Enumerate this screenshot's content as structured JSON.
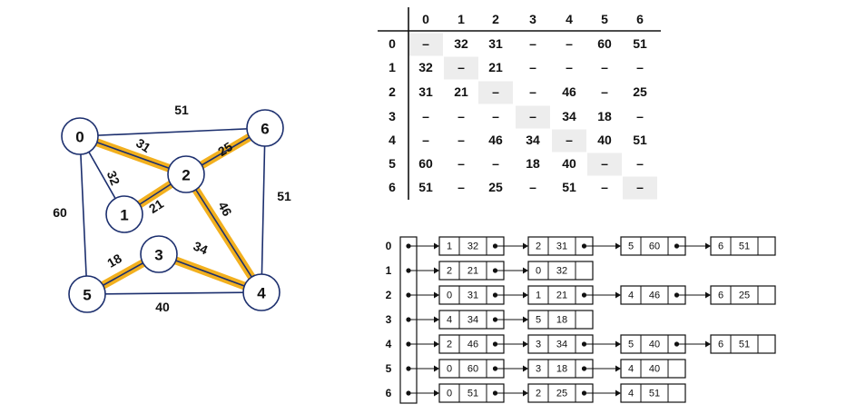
{
  "graph": {
    "vertices": [
      "0",
      "1",
      "2",
      "3",
      "4",
      "5",
      "6"
    ],
    "edges": [
      {
        "from": "0",
        "to": "1",
        "weight": "32",
        "highlighted": false
      },
      {
        "from": "0",
        "to": "2",
        "weight": "31",
        "highlighted": true
      },
      {
        "from": "0",
        "to": "5",
        "weight": "60",
        "highlighted": false
      },
      {
        "from": "0",
        "to": "6",
        "weight": "51",
        "highlighted": false
      },
      {
        "from": "1",
        "to": "2",
        "weight": "21",
        "highlighted": true
      },
      {
        "from": "2",
        "to": "4",
        "weight": "46",
        "highlighted": true
      },
      {
        "from": "2",
        "to": "6",
        "weight": "25",
        "highlighted": true
      },
      {
        "from": "3",
        "to": "4",
        "weight": "34",
        "highlighted": true
      },
      {
        "from": "3",
        "to": "5",
        "weight": "18",
        "highlighted": true
      },
      {
        "from": "4",
        "to": "5",
        "weight": "40",
        "highlighted": false
      },
      {
        "from": "4",
        "to": "6",
        "weight": "51",
        "highlighted": false
      }
    ],
    "colors": {
      "highlight": "#f2b01e",
      "edge": "#1c2f6e",
      "node_stroke": "#1c2f6e"
    }
  },
  "matrix": {
    "headers": [
      "0",
      "1",
      "2",
      "3",
      "4",
      "5",
      "6"
    ],
    "rows": [
      [
        "–",
        "32",
        "31",
        "–",
        "–",
        "60",
        "51"
      ],
      [
        "32",
        "–",
        "21",
        "–",
        "–",
        "–",
        "–"
      ],
      [
        "31",
        "21",
        "–",
        "–",
        "46",
        "–",
        "25"
      ],
      [
        "–",
        "–",
        "–",
        "–",
        "34",
        "18",
        "–"
      ],
      [
        "–",
        "–",
        "46",
        "34",
        "–",
        "40",
        "51"
      ],
      [
        "60",
        "–",
        "–",
        "18",
        "40",
        "–",
        "–"
      ],
      [
        "51",
        "–",
        "25",
        "–",
        "51",
        "–",
        "–"
      ]
    ],
    "diagonal_color": "#ededed"
  },
  "adjacency_list": {
    "rows": [
      {
        "index": "0",
        "nodes": [
          [
            "1",
            "32"
          ],
          [
            "2",
            "31"
          ],
          [
            "5",
            "60"
          ],
          [
            "6",
            "51"
          ]
        ]
      },
      {
        "index": "1",
        "nodes": [
          [
            "2",
            "21"
          ],
          [
            "0",
            "32"
          ]
        ]
      },
      {
        "index": "2",
        "nodes": [
          [
            "0",
            "31"
          ],
          [
            "1",
            "21"
          ],
          [
            "4",
            "46"
          ],
          [
            "6",
            "25"
          ]
        ]
      },
      {
        "index": "3",
        "nodes": [
          [
            "4",
            "34"
          ],
          [
            "5",
            "18"
          ]
        ]
      },
      {
        "index": "4",
        "nodes": [
          [
            "2",
            "46"
          ],
          [
            "3",
            "34"
          ],
          [
            "5",
            "40"
          ],
          [
            "6",
            "51"
          ]
        ]
      },
      {
        "index": "5",
        "nodes": [
          [
            "0",
            "60"
          ],
          [
            "3",
            "18"
          ],
          [
            "4",
            "40"
          ]
        ]
      },
      {
        "index": "6",
        "nodes": [
          [
            "0",
            "51"
          ],
          [
            "2",
            "25"
          ],
          [
            "4",
            "51"
          ]
        ]
      }
    ]
  }
}
